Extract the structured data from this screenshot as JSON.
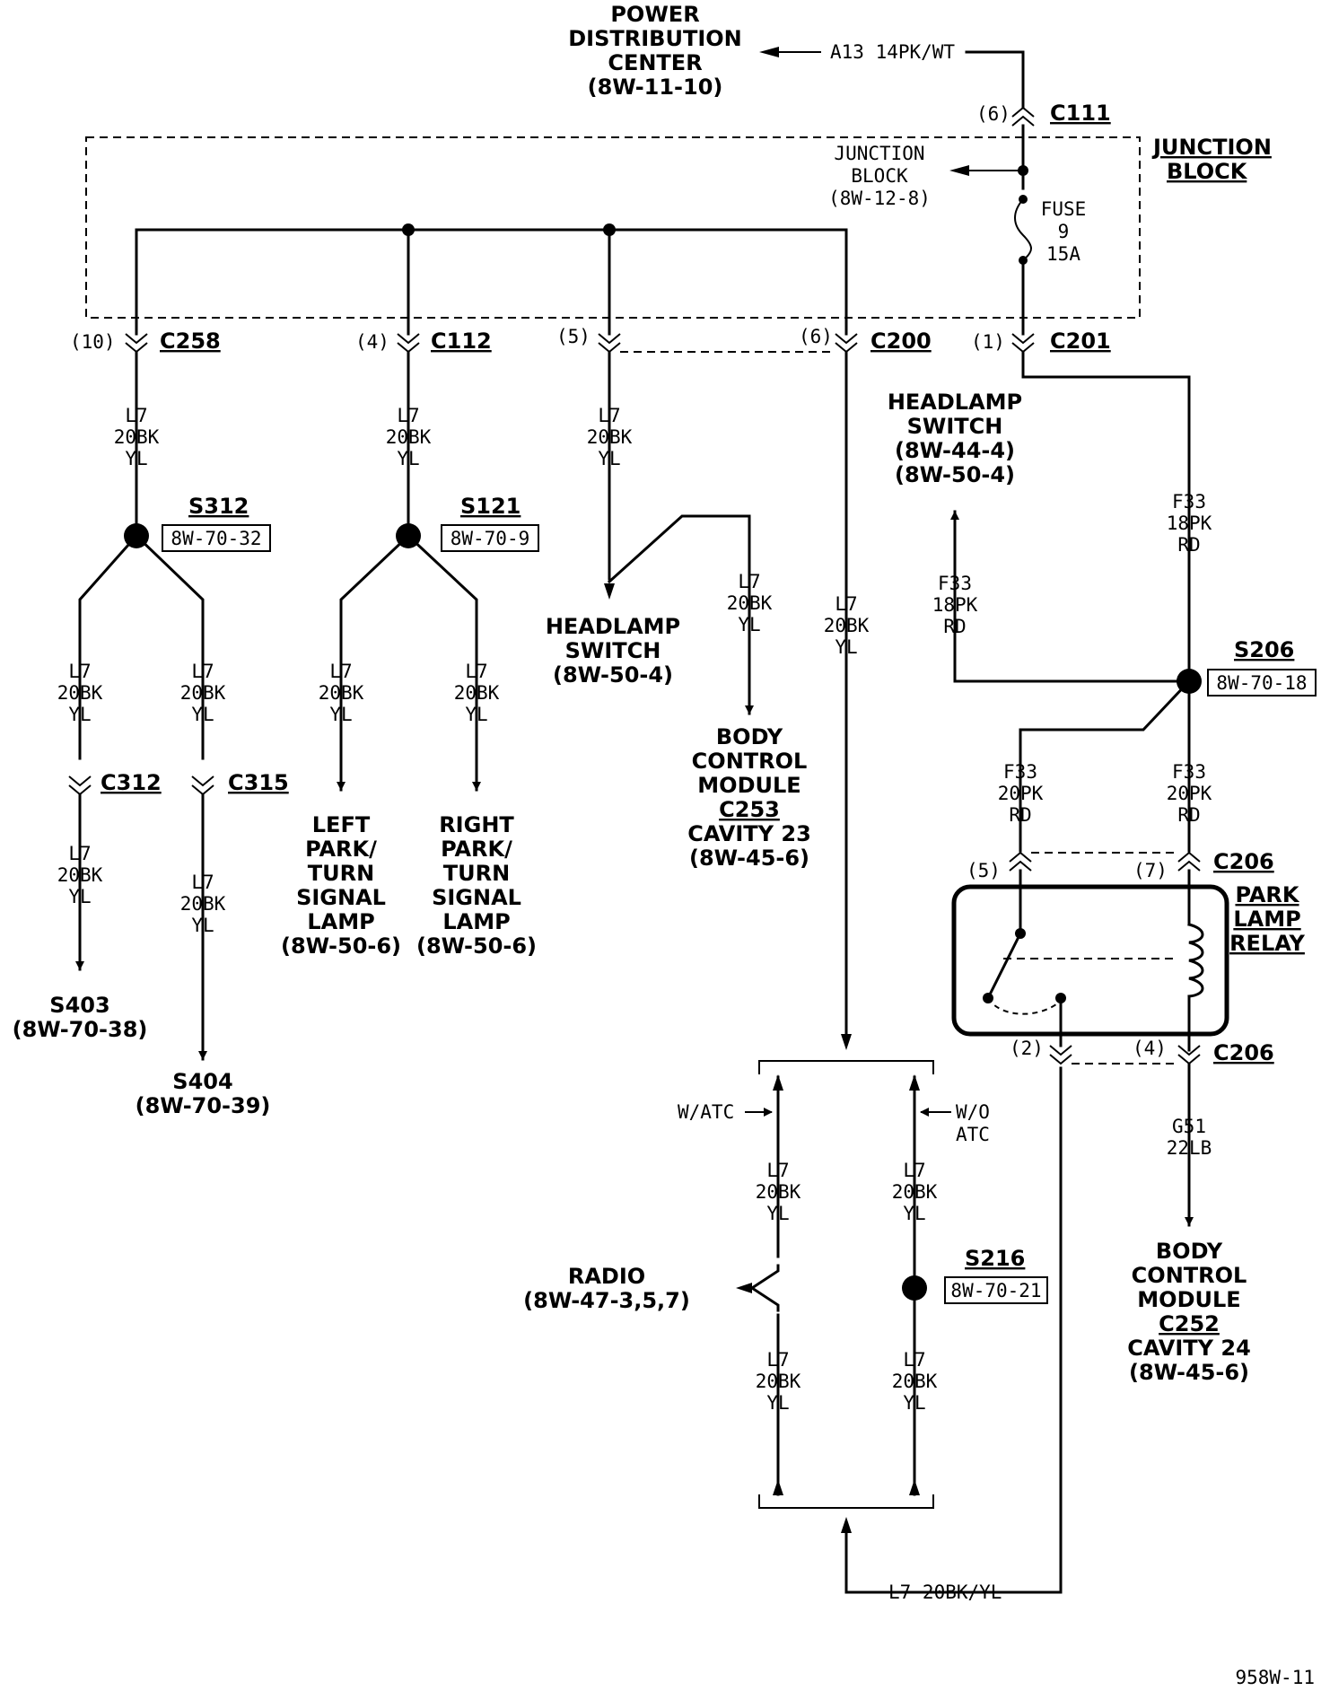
{
  "page_id": "958W-11",
  "power_distribution_center": {
    "name_lines": [
      "POWER",
      "DISTRIBUTION",
      "CENTER"
    ],
    "ref": "(8W-11-10)",
    "wire": "A13 14PK/WT"
  },
  "junction_block": {
    "label_lines": [
      "JUNCTION",
      "BLOCK"
    ],
    "inner_label_lines": [
      "JUNCTION",
      "BLOCK",
      "(8W-12-8)"
    ],
    "fuse_lines": [
      "FUSE",
      "9",
      "15A"
    ]
  },
  "connectors": {
    "c111": {
      "name": "C111",
      "pin": "(6)"
    },
    "c258": {
      "name": "C258",
      "pin": "(10)"
    },
    "c112": {
      "name": "C112",
      "pin": "(4)"
    },
    "c200": {
      "name": "C200",
      "pin_left": "(5)",
      "pin_right": "(6)"
    },
    "c201": {
      "name": "C201",
      "pin": "(1)"
    },
    "c312": {
      "name": "C312"
    },
    "c315": {
      "name": "C315"
    },
    "c206_top": {
      "name": "C206",
      "pin_left": "(5)",
      "pin_right": "(7)"
    },
    "c206_bottom": {
      "name": "C206",
      "pin_left": "(2)",
      "pin_right": "(4)"
    }
  },
  "wire_l7": [
    "L7",
    "20BK",
    "YL"
  ],
  "wire_f33_18": [
    "F33",
    "18PK",
    "RD"
  ],
  "wire_f33_20": [
    "F33",
    "20PK",
    "RD"
  ],
  "wire_g51": [
    "G51",
    "22LB"
  ],
  "wire_l7_bottom": "L7 20BK/YL",
  "splices": {
    "s312": {
      "name": "S312",
      "ref": "8W-70-32"
    },
    "s121": {
      "name": "S121",
      "ref": "8W-70-9"
    },
    "s206": {
      "name": "S206",
      "ref": "8W-70-18"
    },
    "s216": {
      "name": "S216",
      "ref": "8W-70-21"
    }
  },
  "destinations": {
    "s403": [
      "S403",
      "(8W-70-38)"
    ],
    "s404": [
      "S404",
      "(8W-70-39)"
    ],
    "left_lamp": [
      "LEFT",
      "PARK/",
      "TURN",
      "SIGNAL",
      "LAMP",
      "(8W-50-6)"
    ],
    "right_lamp": [
      "RIGHT",
      "PARK/",
      "TURN",
      "SIGNAL",
      "LAMP",
      "(8W-50-6)"
    ],
    "headlamp_switch_left": [
      "HEADLAMP",
      "SWITCH",
      "(8W-50-4)"
    ],
    "bcm_c253": [
      "BODY",
      "CONTROL",
      "MODULE",
      "C253",
      "CAVITY 23",
      "(8W-45-6)"
    ],
    "headlamp_switch_right": [
      "HEADLAMP",
      "SWITCH",
      "(8W-44-4)",
      "(8W-50-4)"
    ],
    "park_lamp_relay": [
      "PARK",
      "LAMP",
      "RELAY"
    ],
    "bcm_c252": [
      "BODY",
      "CONTROL",
      "MODULE",
      "C252",
      "CAVITY 24",
      "(8W-45-6)"
    ],
    "radio": [
      "RADIO",
      "(8W-47-3,5,7)"
    ]
  },
  "options": {
    "with_atc": "W/ATC",
    "without_atc": [
      "W/O",
      "ATC"
    ]
  }
}
